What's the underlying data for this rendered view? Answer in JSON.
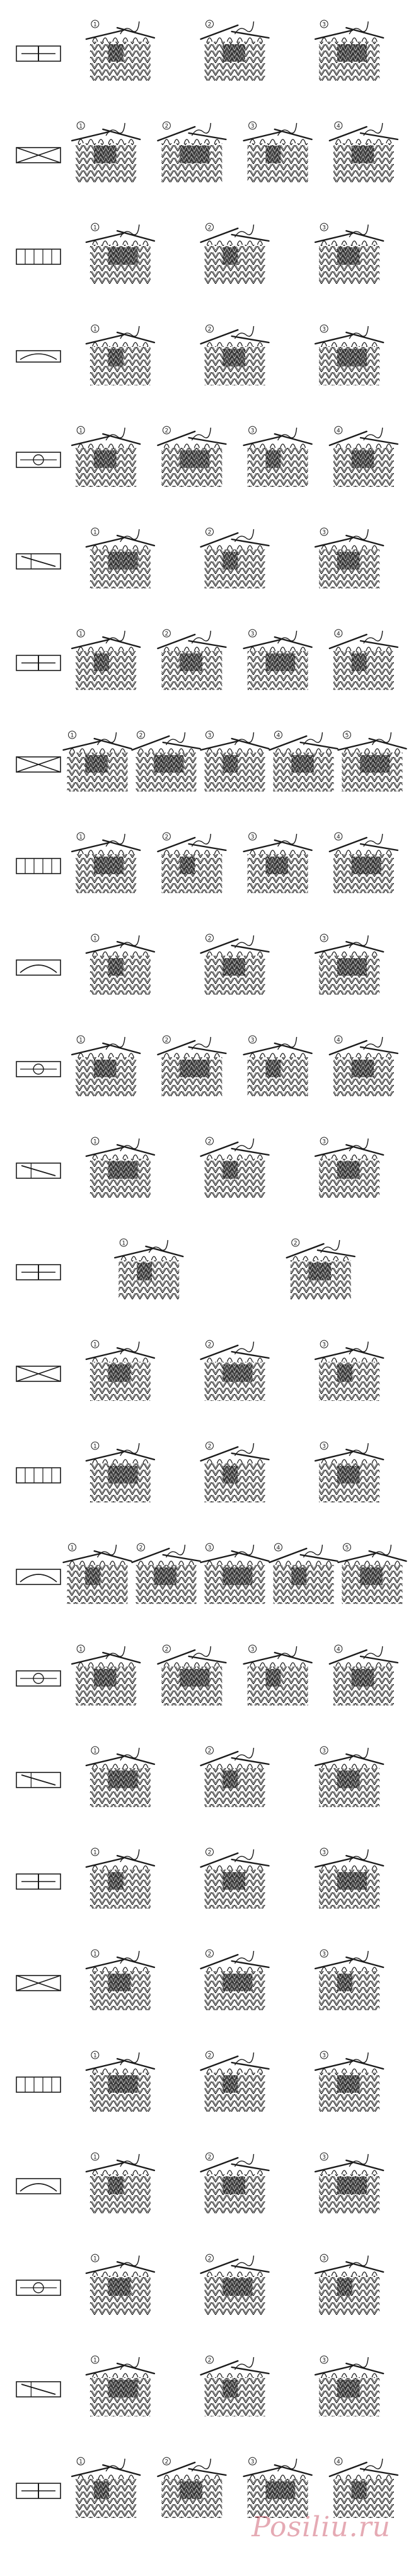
{
  "colors": {
    "ink": "#1b1b1b",
    "paper": "#ffffff",
    "watermark": "#b70f2a"
  },
  "watermark_text": "Posiliu.ru",
  "rows": [
    {
      "steps": [
        "1",
        "2",
        "3"
      ]
    },
    {
      "steps": [
        "1",
        "2",
        "3",
        "4"
      ]
    },
    {
      "steps": [
        "1",
        "2",
        "3"
      ]
    },
    {
      "steps": [
        "1",
        "2",
        "3"
      ]
    },
    {
      "steps": [
        "1",
        "2",
        "3",
        "4"
      ]
    },
    {
      "steps": [
        "1",
        "2",
        "3"
      ]
    },
    {
      "steps": [
        "1",
        "2",
        "3",
        "4"
      ]
    },
    {
      "steps": [
        "1",
        "2",
        "3",
        "4",
        "5"
      ]
    },
    {
      "steps": [
        "1",
        "2",
        "3",
        "4"
      ]
    },
    {
      "steps": [
        "1",
        "2",
        "3"
      ]
    },
    {
      "steps": [
        "1",
        "2",
        "3",
        "4"
      ]
    },
    {
      "steps": [
        "1",
        "2",
        "3"
      ]
    },
    {
      "steps": [
        "1",
        "2"
      ]
    },
    {
      "steps": [
        "1",
        "2",
        "3"
      ]
    },
    {
      "steps": [
        "1",
        "2",
        "3"
      ]
    },
    {
      "steps": [
        "1",
        "2",
        "3",
        "4",
        "5"
      ]
    },
    {
      "steps": [
        "1",
        "2",
        "3",
        "4"
      ]
    },
    {
      "steps": [
        "1",
        "2",
        "3"
      ]
    },
    {
      "steps": [
        "1",
        "2",
        "3"
      ]
    },
    {
      "steps": [
        "1",
        "2",
        "3"
      ]
    },
    {
      "steps": [
        "1",
        "2",
        "3"
      ]
    },
    {
      "steps": [
        "1",
        "2",
        "3"
      ]
    },
    {
      "steps": [
        "1",
        "2",
        "3"
      ]
    },
    {
      "steps": [
        "1",
        "2",
        "3"
      ]
    },
    {
      "steps": [
        "1",
        "2",
        "3",
        "4"
      ]
    }
  ]
}
